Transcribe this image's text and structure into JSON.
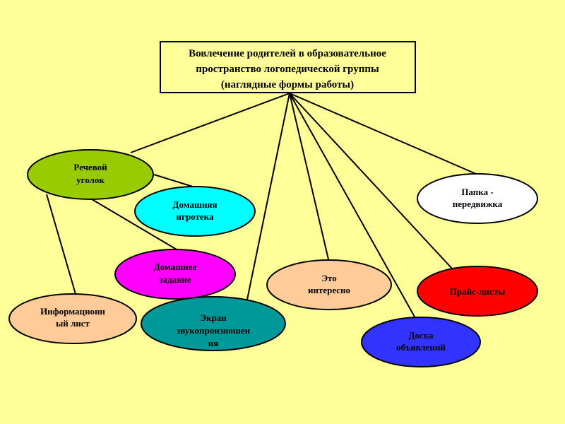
{
  "title": {
    "lines": [
      "Вовлечение родителей в  образовательное",
      "пространство логопедической группы",
      "(наглядные формы работы)"
    ]
  },
  "nodes": [
    {
      "id": "speech-corner",
      "lines": [
        "Речевой",
        "уголок"
      ],
      "color": "#99cc00"
    },
    {
      "id": "home-game-library",
      "lines": [
        "Домашняя",
        "игротека"
      ],
      "color": "#00ffff"
    },
    {
      "id": "homework",
      "lines": [
        "Домашнее",
        "задание"
      ],
      "color": "#ff00ff"
    },
    {
      "id": "info-sheet",
      "lines": [
        "Информационн",
        "ый лист"
      ],
      "color": "#ffcc99"
    },
    {
      "id": "pronunciation-screen",
      "lines": [
        "Экран",
        "звукопроизношен",
        "ия"
      ],
      "color": "#009999"
    },
    {
      "id": "interesting",
      "lines": [
        "Это",
        "интересно"
      ],
      "color": "#ffcc99"
    },
    {
      "id": "notice-board",
      "lines": [
        "Доска",
        "объявлений"
      ],
      "color": "#3333ff"
    },
    {
      "id": "price-lists",
      "lines": [
        "Прайс-листы"
      ],
      "color": "#ff0000"
    },
    {
      "id": "folder",
      "lines": [
        "Папка -",
        "передвижка"
      ],
      "color": "#ffffff"
    }
  ]
}
